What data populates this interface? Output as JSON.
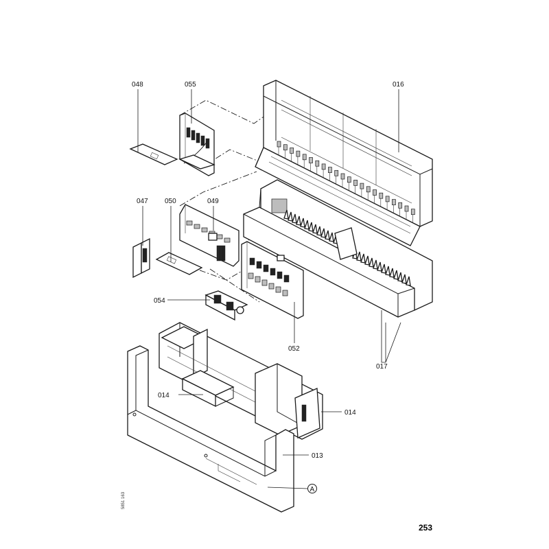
{
  "page": {
    "number": "253",
    "figure_id": "5851 163"
  },
  "parts": [
    {
      "id": "p048",
      "label": "048",
      "name": "circuit-card-048"
    },
    {
      "id": "p055",
      "label": "055",
      "name": "pcb-module-055"
    },
    {
      "id": "p016",
      "label": "016",
      "name": "terminal-housing-016"
    },
    {
      "id": "p047",
      "label": "047",
      "name": "bracket-047"
    },
    {
      "id": "p050",
      "label": "050",
      "name": "circuit-card-050"
    },
    {
      "id": "p049",
      "label": "049",
      "name": "pcb-module-049"
    },
    {
      "id": "p054",
      "label": "054",
      "name": "connector-block-054"
    },
    {
      "id": "p052",
      "label": "052",
      "name": "circuit-board-052"
    },
    {
      "id": "p017",
      "label": "017",
      "name": "base-tray-017"
    },
    {
      "id": "p014a",
      "label": "014",
      "name": "insert-014-left"
    },
    {
      "id": "p014b",
      "label": "014",
      "name": "insert-014-right"
    },
    {
      "id": "p013",
      "label": "013",
      "name": "front-frame-013"
    },
    {
      "id": "pA",
      "label": "A",
      "name": "reference-marker-a"
    }
  ],
  "colors": {
    "line": "#1a1a1a",
    "background": "#ffffff"
  }
}
